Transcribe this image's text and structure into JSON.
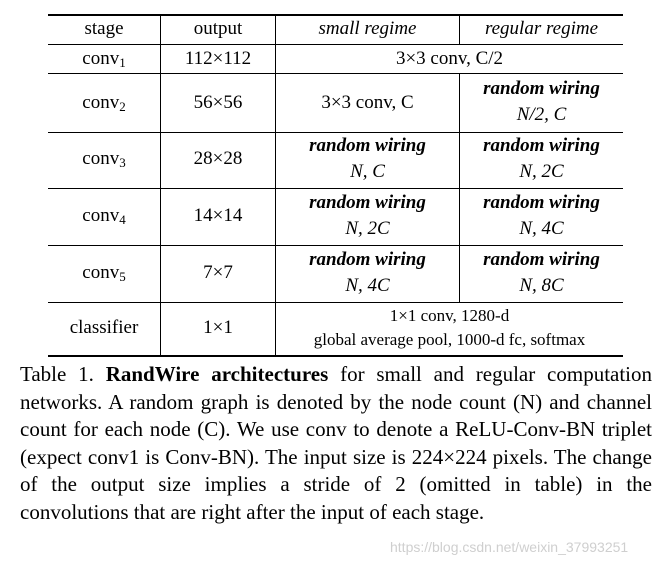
{
  "table": {
    "headers": [
      "stage",
      "output",
      "small regime",
      "regular regime"
    ],
    "rows": [
      {
        "stage_main": "conv",
        "stage_sub": "1",
        "output": "112×112",
        "span": "3×3 conv, C/2"
      },
      {
        "stage_main": "conv",
        "stage_sub": "2",
        "output": "56×56",
        "small": "3×3 conv, C",
        "regular_title": "random wiring",
        "regular_sub": "N/2, C"
      },
      {
        "stage_main": "conv",
        "stage_sub": "3",
        "output": "28×28",
        "small_title": "random wiring",
        "small_sub": "N, C",
        "regular_title": "random wiring",
        "regular_sub": "N, 2C"
      },
      {
        "stage_main": "conv",
        "stage_sub": "4",
        "output": "14×14",
        "small_title": "random wiring",
        "small_sub": "N, 2C",
        "regular_title": "random wiring",
        "regular_sub": "N, 4C"
      },
      {
        "stage_main": "conv",
        "stage_sub": "5",
        "output": "7×7",
        "small_title": "random wiring",
        "small_sub": "N, 4C",
        "regular_title": "random wiring",
        "regular_sub": "N, 8C"
      },
      {
        "stage": "classifier",
        "output": "1×1",
        "span_line1": "1×1 conv, 1280-d",
        "span_line2": "global average pool, 1000-d fc, softmax"
      }
    ]
  },
  "caption": {
    "label": "Table 1.",
    "bold": "RandWire architectures",
    "rest": "for small and regular computation networks. A random graph is denoted by the node count (N) and channel count for each node (C). We use conv to denote a ReLU-Conv-BN triplet (expect conv1 is Conv-BN). The input size is 224×224 pixels. The change of the output size implies a stride of 2 (omitted in table) in the convolutions that are right after the input of each stage."
  },
  "watermark": "https://blog.csdn.net/weixin_37993251"
}
